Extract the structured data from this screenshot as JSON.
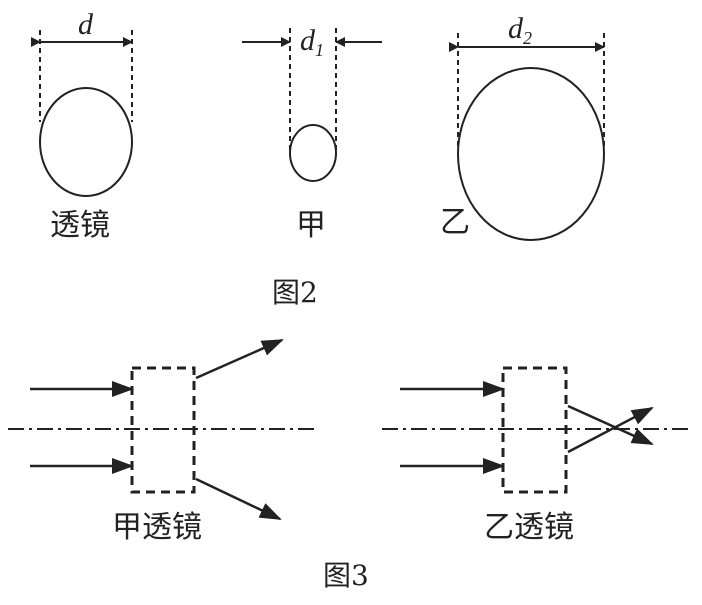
{
  "figure2": {
    "caption": "图2",
    "lens": {
      "label": "透镜",
      "dimension": "d"
    },
    "jia": {
      "label": "甲",
      "dimension": "d",
      "dimension_sub": "1"
    },
    "yi": {
      "label": "乙",
      "dimension": "d",
      "dimension_sub": "2"
    }
  },
  "figure3": {
    "caption": "图3",
    "jia_lens_label": "甲透镜",
    "yi_lens_label": "乙透镜"
  },
  "colors": {
    "ink": "#222222"
  }
}
